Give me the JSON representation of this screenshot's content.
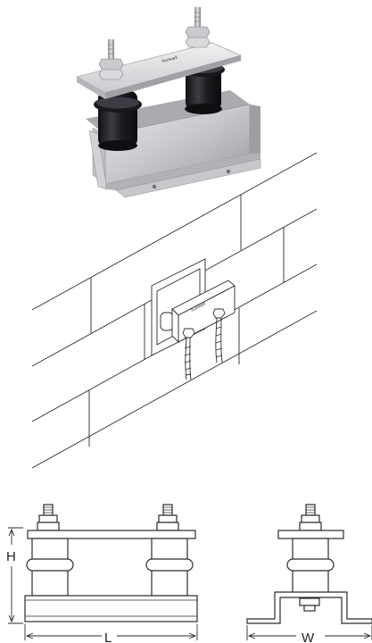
{
  "product": {
    "brand": "Kunwell"
  },
  "dimensions": {
    "height_label": "H",
    "length_label": "L",
    "width_label": "W"
  },
  "colors": {
    "line": "#2b2b2b",
    "metal_light": "#d9dadc",
    "metal_mid": "#b8babd",
    "metal_dark": "#8f9196",
    "rubber": "#1e1e22",
    "rubber_highlight": "#4a4a52",
    "background": "#ffffff"
  }
}
